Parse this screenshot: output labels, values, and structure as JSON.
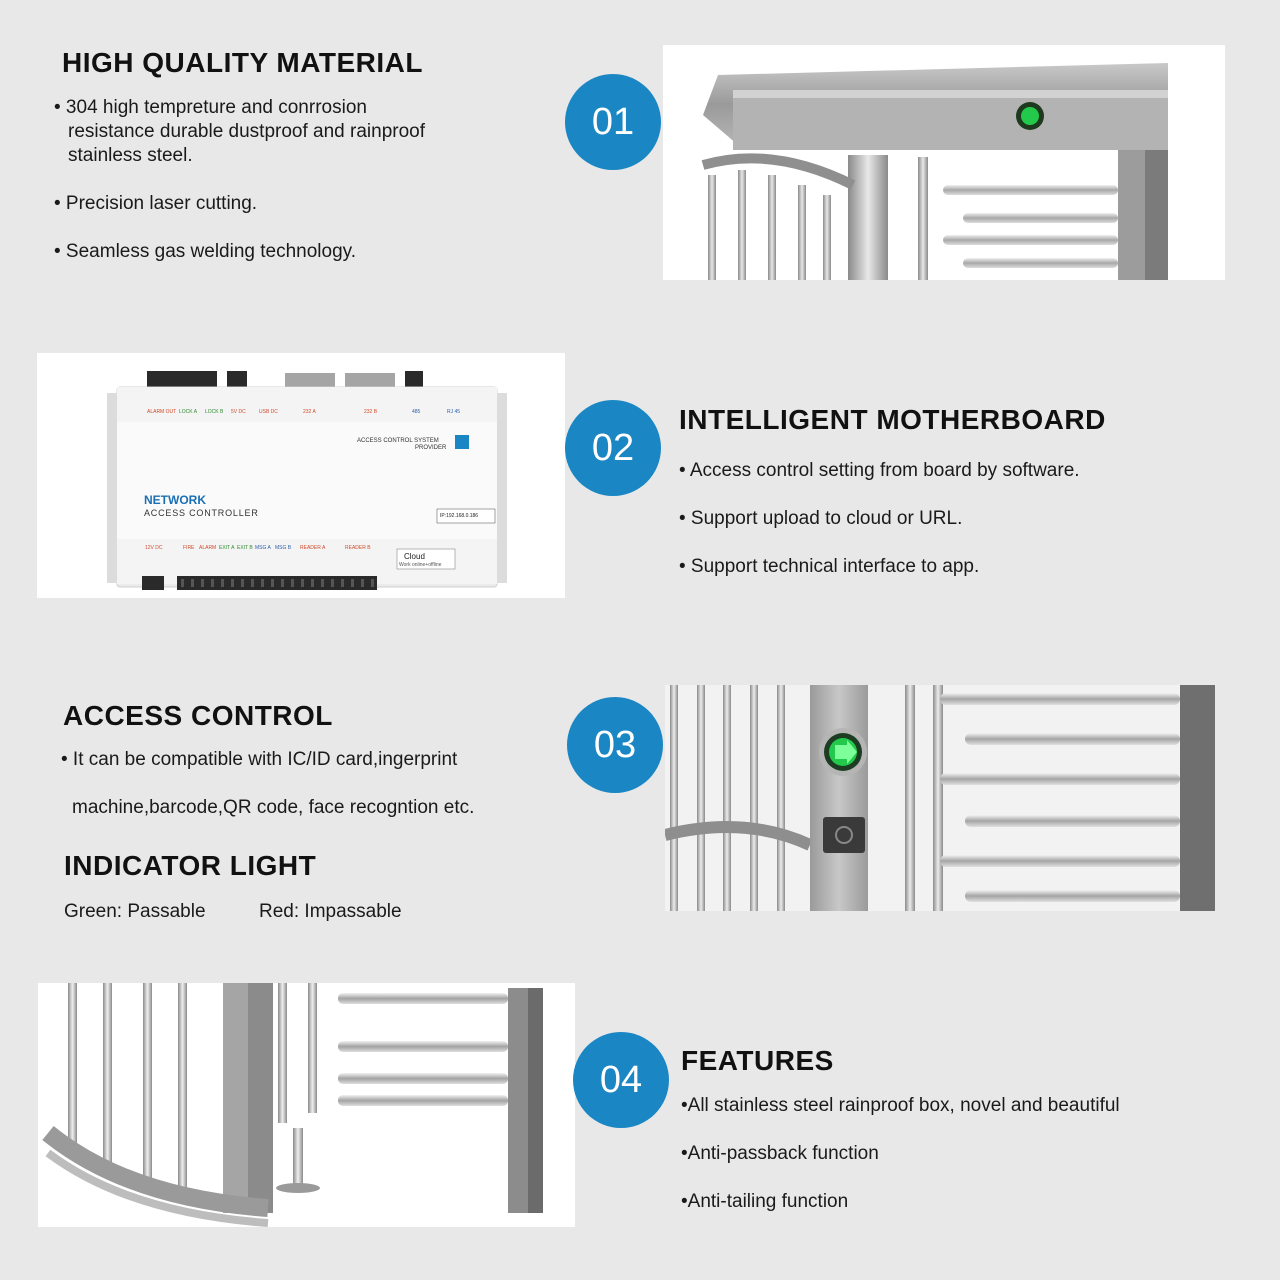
{
  "section1": {
    "number": "01",
    "heading": "HIGH QUALITY MATERIAL",
    "bullets": [
      "• 304 high tempreture and conrrosion",
      "resistance durable dustproof and rainproof",
      "stainless steel.",
      "• Precision laser cutting.",
      "• Seamless gas welding technology."
    ]
  },
  "section2": {
    "number": "02",
    "heading": "INTELLIGENT MOTHERBOARD",
    "bullets": [
      "• Access control setting from board by software.",
      "• Support upload to cloud or URL.",
      "• Support technical interface to app."
    ],
    "controller": {
      "provider": "ACCESS CONTROL SYSTEM",
      "provider2": "PROVIDER",
      "brand": "NETWORK",
      "model": "ACCESS CONTROLLER",
      "ip": "IP:192.168.0.186",
      "cloud": "Cloud",
      "cloud_sub": "Work online+offline",
      "top_labels": [
        "ALARM OUT",
        "LOCK A",
        "LOCK B",
        "5V DC",
        "USB DC",
        "232 A",
        "232 B",
        "485",
        "RJ 45"
      ],
      "bottom_labels": [
        "12V DC",
        "FIRE",
        "ALARM",
        "EXIT A",
        "EXIT B",
        "MSG A",
        "MSG B",
        "READER A",
        "READER B"
      ]
    }
  },
  "section3": {
    "number": "03",
    "heading": "ACCESS CONTROL",
    "bullets": [
      "• It can be compatible with IC/ID card,ingerprint",
      "machine,barcode,QR code, face recogntion etc."
    ],
    "sub_heading": "INDICATOR LIGHT",
    "green_label": "Green: Passable",
    "red_label": "Red: Impassable"
  },
  "section4": {
    "number": "04",
    "heading": "FEATURES",
    "bullets": [
      "•All stainless steel rainproof box, novel and beautiful",
      "•Anti-passback function",
      "•Anti-tailing function"
    ]
  },
  "colors": {
    "background": "#e8e8e8",
    "accent_blue": "#1a87c4",
    "indicator_green": "#22c94a"
  }
}
